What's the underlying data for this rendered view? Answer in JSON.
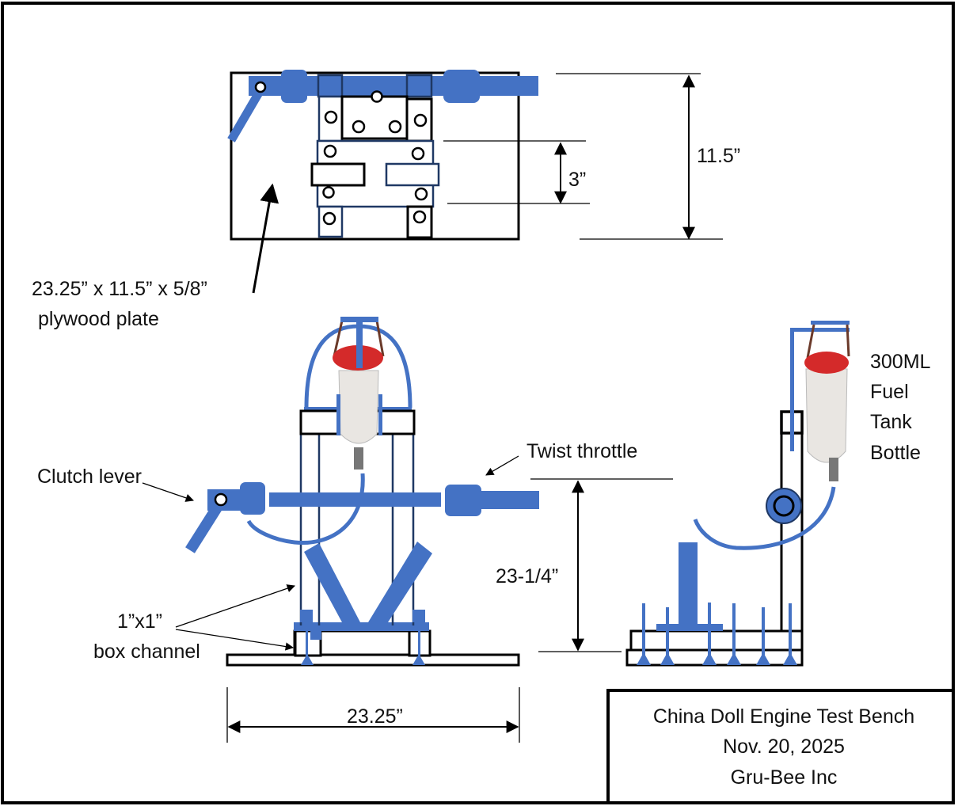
{
  "colors": {
    "accent_blue": "#4472C4",
    "navy": "#1F3864",
    "cap_red": "#D42A2A"
  },
  "top_view": {
    "plate_label_line1": "23.25” x 11.5” x 5/8”",
    "plate_label_line2": "plywood plate",
    "dim_spacing": "3”",
    "dim_width": "11.5”"
  },
  "front_view": {
    "clutch_label": "Clutch lever",
    "throttle_label": "Twist throttle",
    "box_channel_line1": "1”x1”",
    "box_channel_line2": "box channel",
    "dim_height": "23-1/4”",
    "dim_length": "23.25”"
  },
  "side_view": {
    "tank_label": [
      "300ML",
      "Fuel",
      "Tank",
      "Bottle"
    ]
  },
  "title_block": {
    "title": "China Doll Engine Test Bench",
    "date": "Nov. 20, 2025",
    "company": "Gru-Bee Inc"
  }
}
